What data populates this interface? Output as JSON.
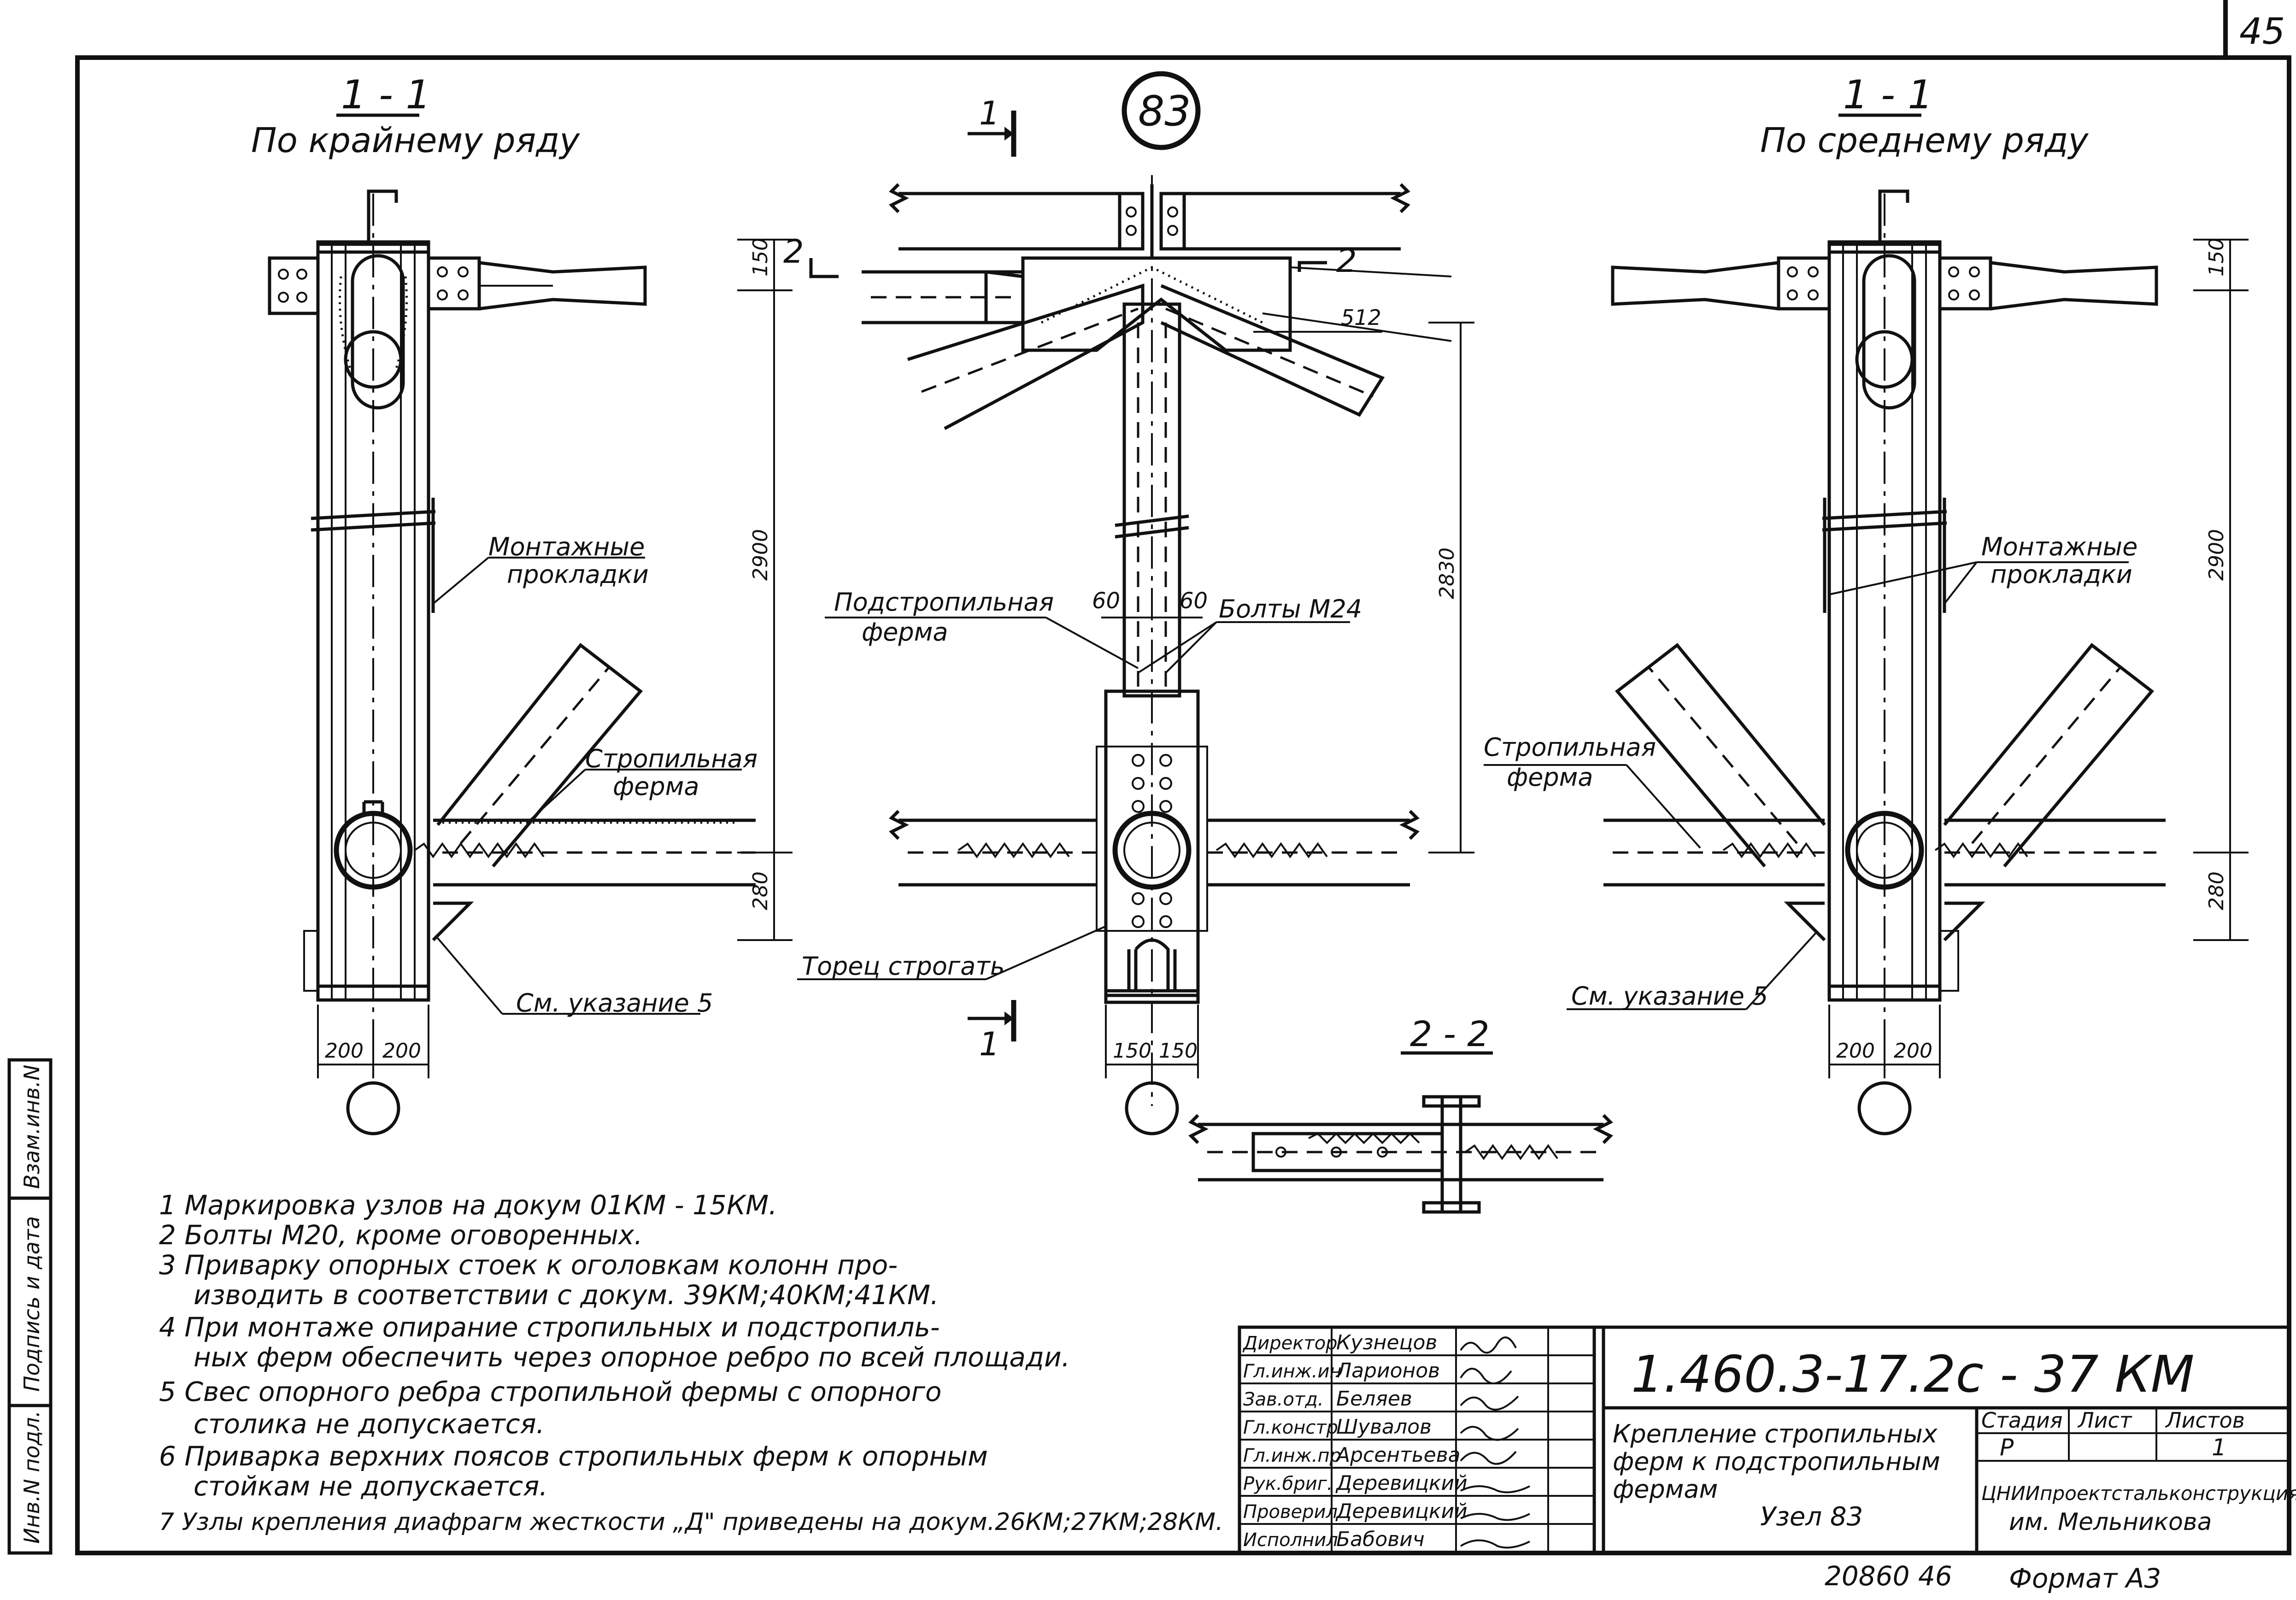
{
  "sheet_number": "45",
  "node_circle": "83",
  "views": {
    "left": {
      "section": "1 - 1",
      "subtitle": "По крайнему ряду"
    },
    "right": {
      "section": "1 - 1",
      "subtitle": "По среднему ряду"
    },
    "bottom": {
      "section": "2 - 2"
    }
  },
  "section_marks": {
    "one": "1",
    "two": "2"
  },
  "labels": {
    "mounting_pads": "Монтажные прокладки",
    "rafter_truss": "Стропильная ферма",
    "see_note_5": "См. указание 5",
    "sub_rafter_truss": "Подстропильная ферма",
    "bolts_m24": "Болты М24",
    "planed_end": "Торец строгать"
  },
  "dimensions": {
    "d150": "150",
    "d2900": "2900",
    "d280": "280",
    "d2830": "2830",
    "d512": "512",
    "d60": "60",
    "d200": "200"
  },
  "notes": [
    "1 Маркировка узлов на докум 01КМ - 15КМ.",
    "2 Болты М20, кроме оговоренных.",
    "3 Приварку опорных стоек к оголовкам колонн про-",
    "изводить в соответствии с докум. 39КМ;40КМ;41КМ.",
    "4 При монтаже опирание стропильных и подстропиль-",
    "ных ферм обеспечить через опорное ребро по всей площади.",
    "5 Свес опорного ребра стропильной фермы с опорного",
    "столика не допускается.",
    "6 Приварка верхних поясов стропильных ферм к опорным",
    "стойкам не допускается.",
    "7 Узлы крепления диафрагм жесткости „Д\" приведены на докум.26КМ;27КМ;28КМ."
  ],
  "title_block": {
    "signatures": [
      {
        "role": "Директор",
        "name": "Кузнецов"
      },
      {
        "role": "Гл.инж.ин",
        "name": "Ларионов"
      },
      {
        "role": "Зав.отд.",
        "name": "Беляев"
      },
      {
        "role": "Гл.констр",
        "name": "Шувалов"
      },
      {
        "role": "Гл.инж.пр",
        "name": "Арсентьева"
      },
      {
        "role": "Рук.бриг.",
        "name": "Деревицкий"
      },
      {
        "role": "Проверил",
        "name": "Деревицкий"
      },
      {
        "role": "Исполнил",
        "name": "Бабович"
      }
    ],
    "doc_number": "1.460.3-17.2с - 37 КМ",
    "title": "Крепление стропильных ферм к подстропильным фермам",
    "node": "Узел 83",
    "stage_header": "Стадия",
    "sheet_header": "Лист",
    "sheets_header": "Листов",
    "stage": "Р",
    "sheet": "",
    "sheets": "1",
    "org_line1": "ЦНИИпроектстальконструкция",
    "org_line2": "им. Мельникова",
    "inventory": "20860 46",
    "format": "Формат А3"
  },
  "side_stamp": [
    "Инв.N подл.",
    "Подпись и дата",
    "Взам.инв.N"
  ]
}
